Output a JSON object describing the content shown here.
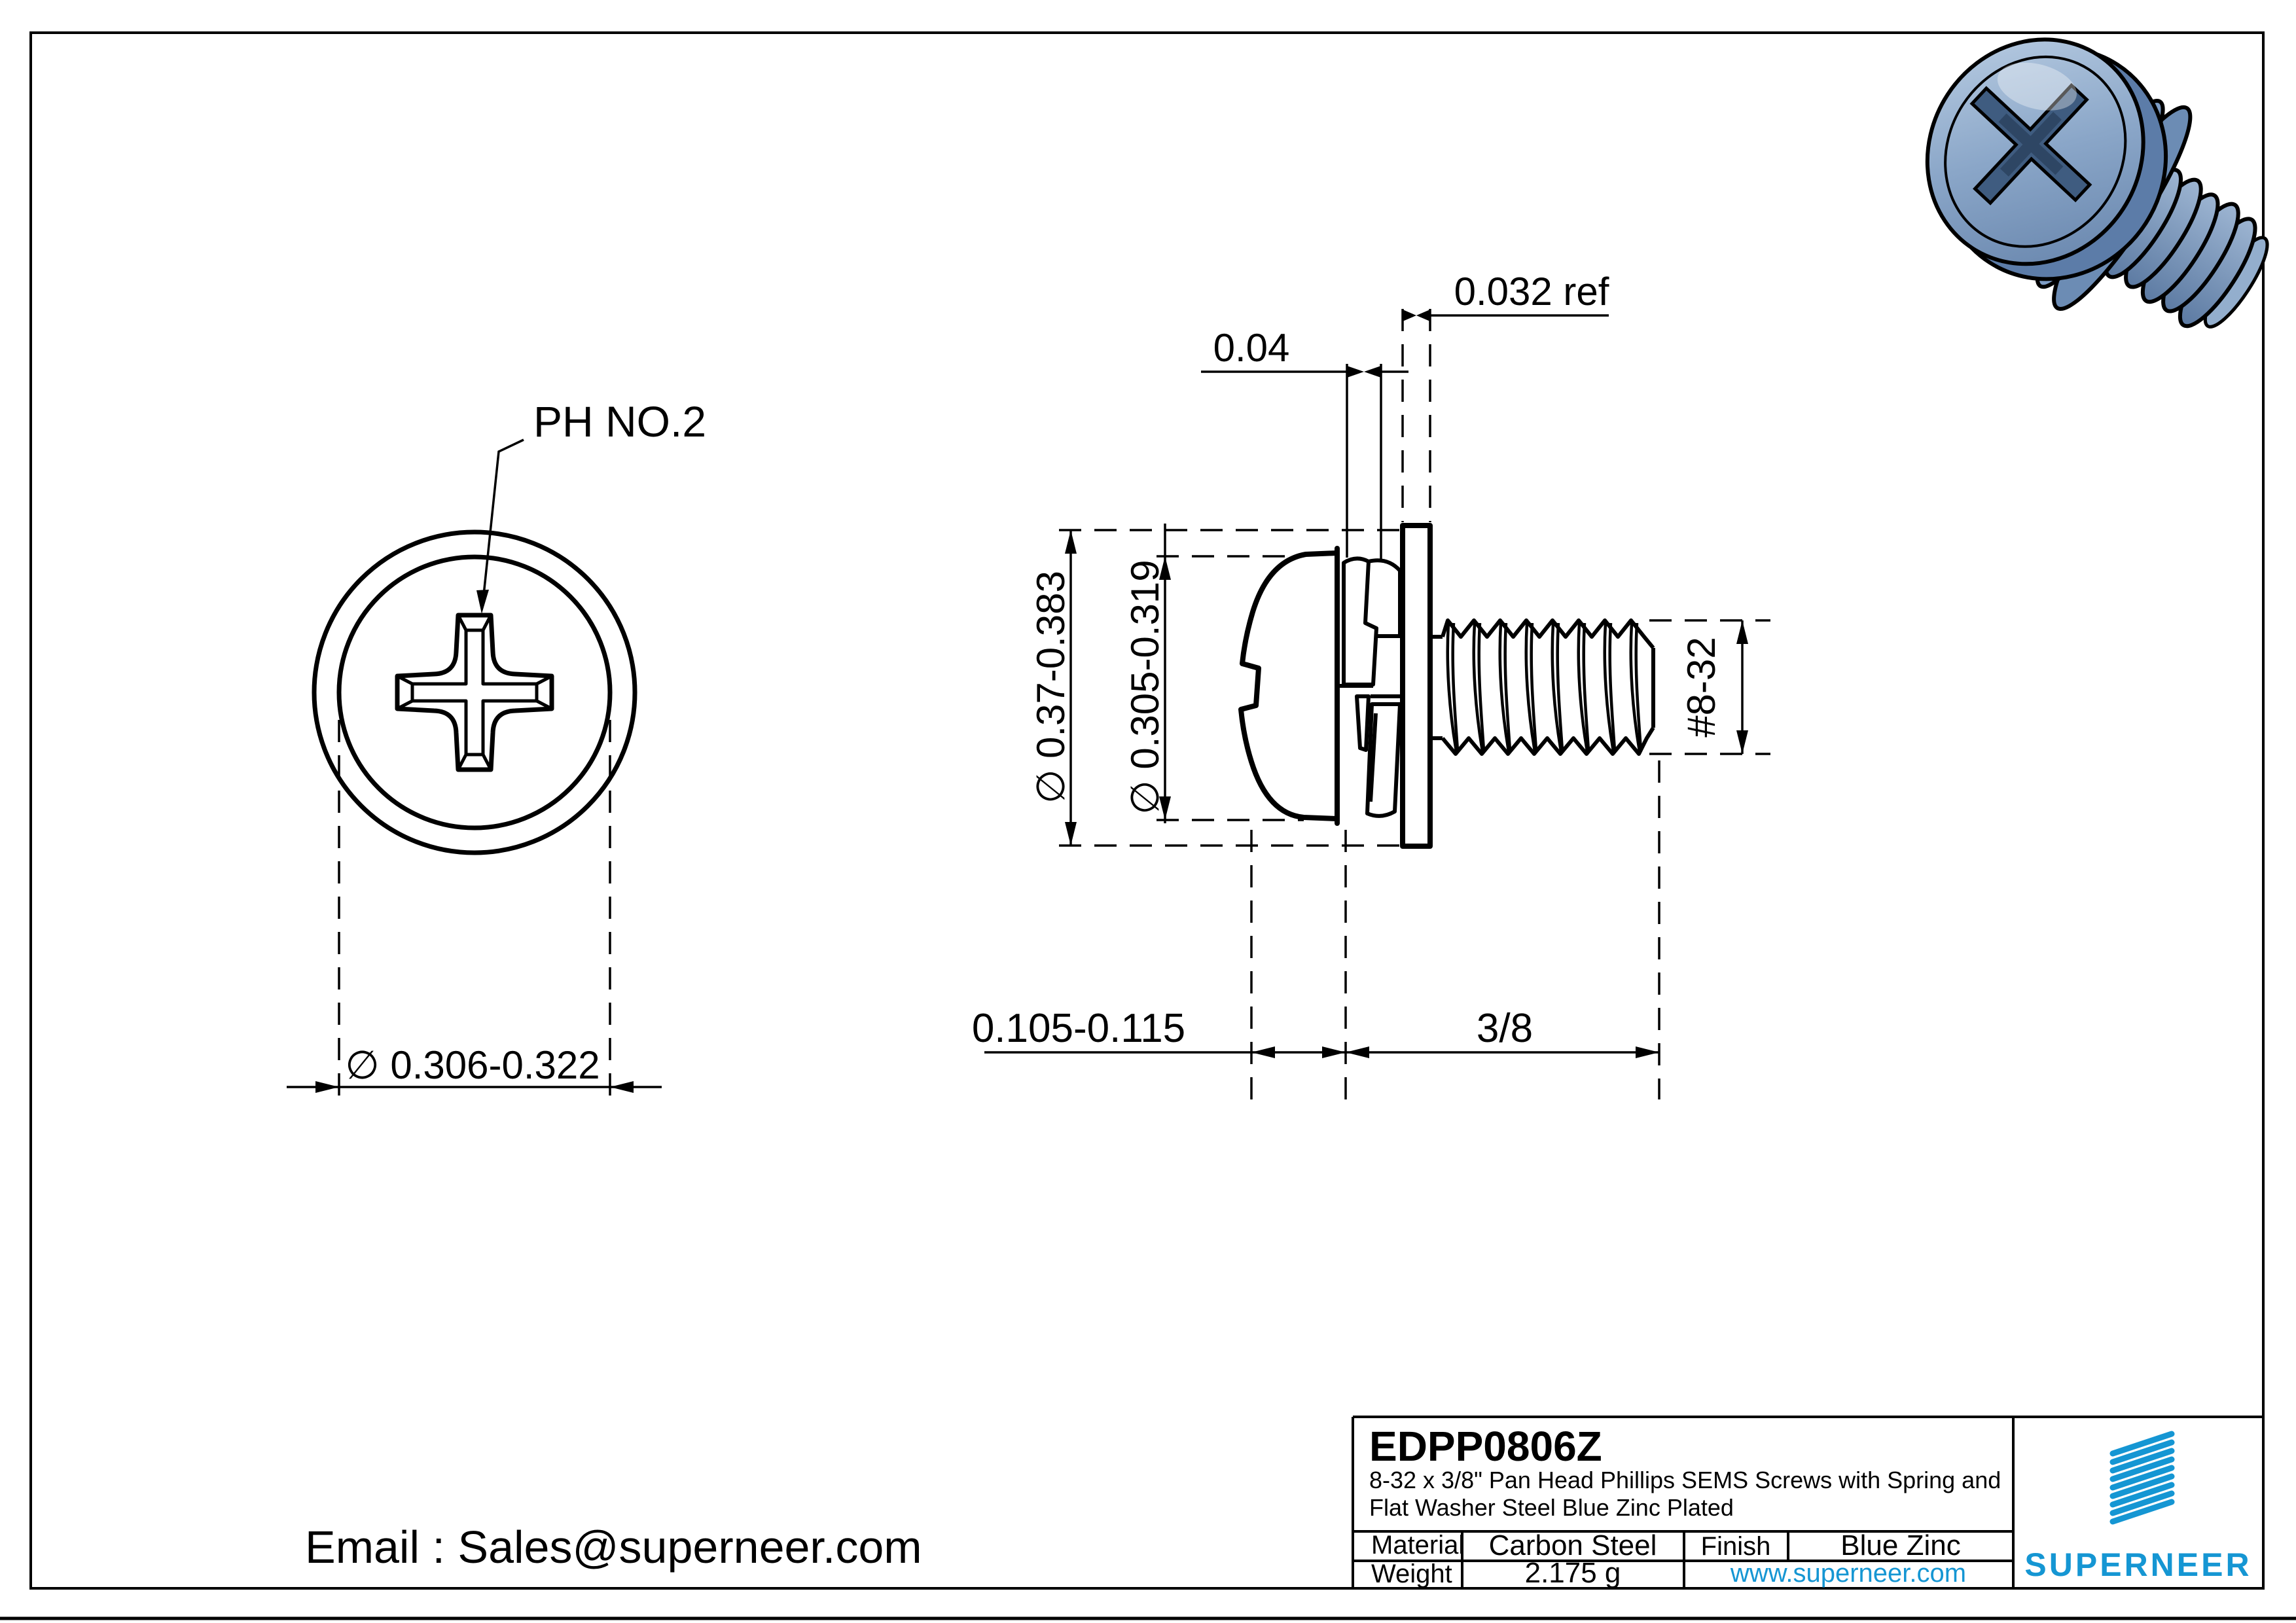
{
  "drawing": {
    "front_view": {
      "drive_label": "PH NO.2",
      "head_diameter": "∅ 0.306-0.322"
    },
    "side_view": {
      "spring_washer_thickness": "0.04",
      "flat_washer_thickness": "0.032 ref",
      "flat_washer_od": "∅ 0.37-0.383",
      "head_od": "∅ 0.305-0.319",
      "head_height": "0.105-0.115",
      "thread_length": "3/8",
      "thread_size": "#8-32"
    }
  },
  "title_block": {
    "part_number": "EDPP0806Z",
    "description_line1": "8-32 x 3/8\" Pan Head Phillips SEMS Screws with Spring and",
    "description_line2": "Flat Washer Steel Blue Zinc Plated",
    "material_label": "Material",
    "material_value": "Carbon Steel",
    "finish_label": "Finish",
    "finish_value": "Blue Zinc",
    "weight_label": "Weight",
    "weight_value": "2.175 g",
    "website": "www.superneer.com",
    "brand": "SUPERNEER"
  },
  "contact": {
    "email": "Email : Sales@superneer.com"
  },
  "colors": {
    "accent_blue": "#1596D3",
    "line": "#000000",
    "steel_mid": "#7D9CC4",
    "steel_dark": "#4A688E",
    "steel_light": "#B9CDE2"
  }
}
